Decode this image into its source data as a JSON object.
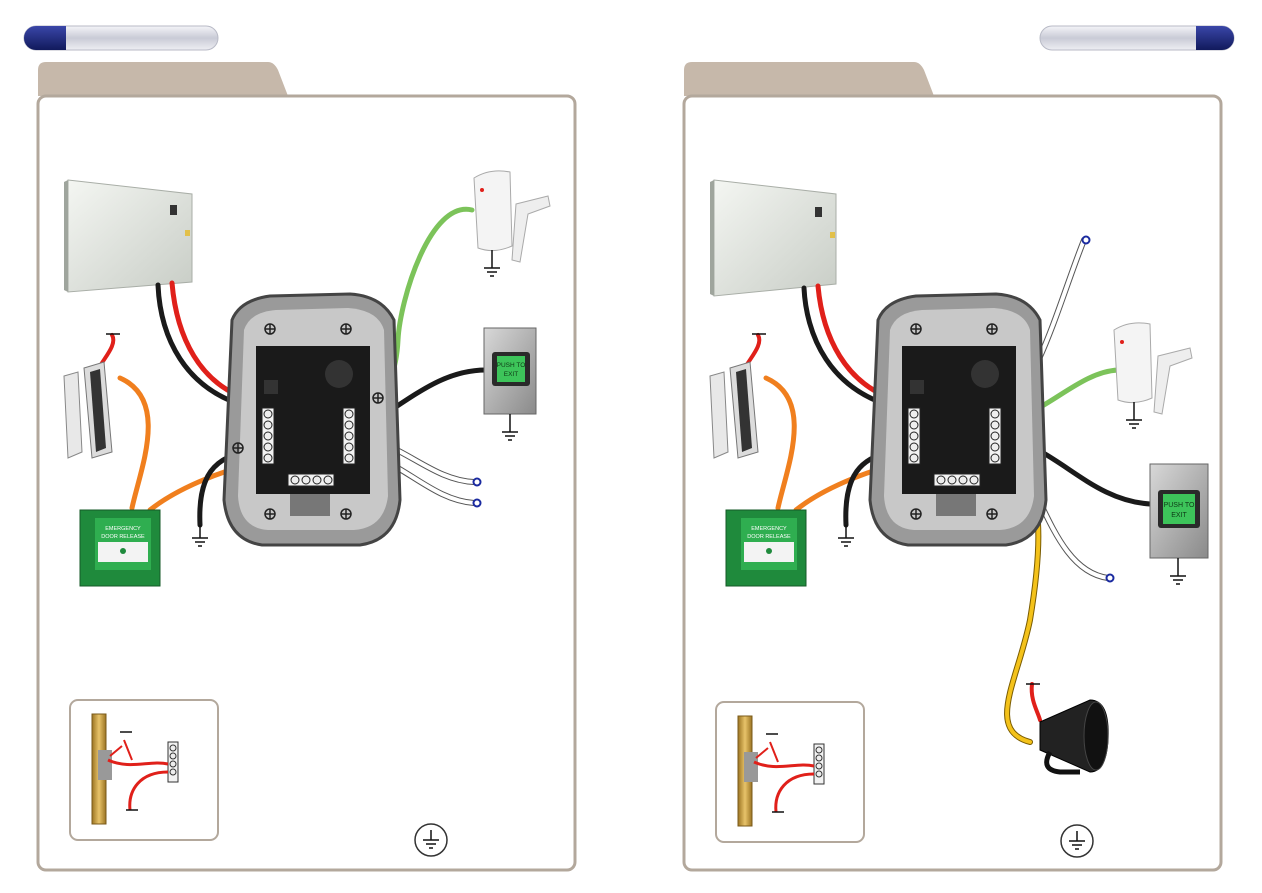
{
  "page": {
    "left": {
      "header_pill_text": "",
      "tab_title": "",
      "instructions": ""
    },
    "right": {
      "header_pill_text": "",
      "tab_title": "",
      "instructions": ""
    }
  },
  "device_labels": {
    "emergency_release_line1": "EMERGENCY",
    "emergency_release_line2": "DOOR RELEASE",
    "exit_button_line1": "PUSH TO",
    "exit_button_line2": "EXIT"
  },
  "colors": {
    "frame_border": "#b3a89c",
    "tab_fill": "#c6b8aa",
    "pill_left_accent": "#1e2a78",
    "wire_red": "#e0201a",
    "wire_black": "#1a1a1a",
    "wire_orange": "#f07f1e",
    "wire_green": "#7cc35a",
    "wire_yellow": "#f4c21a",
    "wire_white": "#ffffff",
    "release_box_green": "#1f8a3c",
    "exit_button_green": "#3dc45a"
  },
  "icons": [
    "ground-symbol-icon",
    "terminal-screw-icon",
    "wire-end-ring-icon"
  ]
}
